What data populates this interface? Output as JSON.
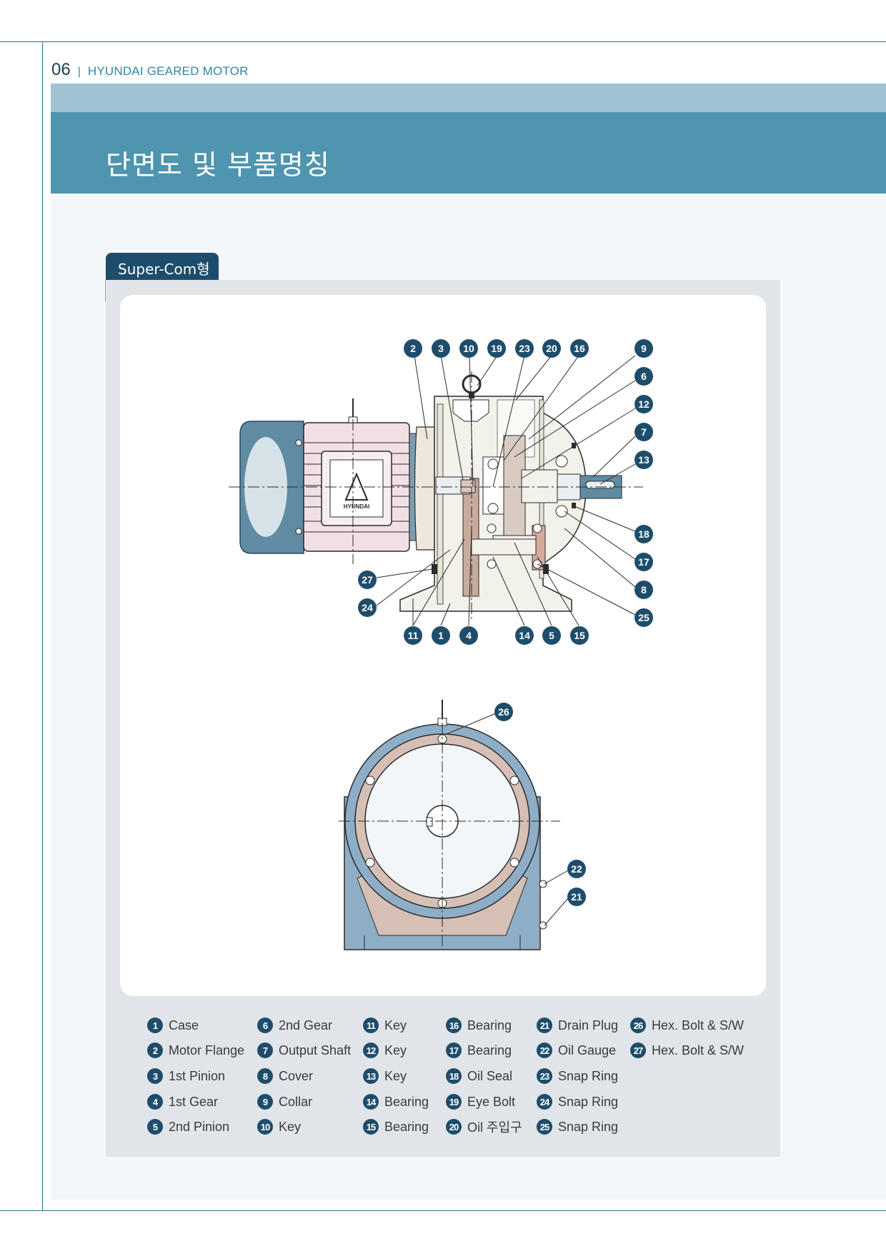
{
  "header": {
    "page_number": "06",
    "separator": "|",
    "title": "HYUNDAI GEARED MOTOR"
  },
  "section": {
    "title": "단면도 및 부품명칭",
    "tab_label": "Super-Com형"
  },
  "drawing": {
    "motor_brand": "HYUNDAI",
    "side_view_callouts": [
      "2",
      "3",
      "10",
      "19",
      "23",
      "20",
      "16",
      "9",
      "6",
      "12",
      "7",
      "13",
      "18",
      "17",
      "8",
      "25",
      "27",
      "24",
      "11",
      "1",
      "4",
      "14",
      "5",
      "15"
    ],
    "front_view_callouts": [
      "26",
      "22",
      "21"
    ]
  },
  "colors": {
    "accent_dark": "#1e4d6c",
    "band_light": "#9fc3d2",
    "band_dark": "#4f95af",
    "motor_fan": "#5f8ba3",
    "motor_body": "#f0dfe5",
    "case": "#f2f2ea",
    "gear": "#c7ab9d"
  },
  "legend": [
    {
      "num": "1",
      "label": "Case"
    },
    {
      "num": "2",
      "label": "Motor Flange"
    },
    {
      "num": "3",
      "label": "1st Pinion"
    },
    {
      "num": "4",
      "label": "1st Gear"
    },
    {
      "num": "5",
      "label": "2nd Pinion"
    },
    {
      "num": "6",
      "label": "2nd Gear"
    },
    {
      "num": "7",
      "label": "Output Shaft"
    },
    {
      "num": "8",
      "label": "Cover"
    },
    {
      "num": "9",
      "label": "Collar"
    },
    {
      "num": "10",
      "label": "Key"
    },
    {
      "num": "11",
      "label": "Key"
    },
    {
      "num": "12",
      "label": "Key"
    },
    {
      "num": "13",
      "label": "Key"
    },
    {
      "num": "14",
      "label": "Bearing"
    },
    {
      "num": "15",
      "label": "Bearing"
    },
    {
      "num": "16",
      "label": "Bearing"
    },
    {
      "num": "17",
      "label": "Bearing"
    },
    {
      "num": "18",
      "label": "Oil Seal"
    },
    {
      "num": "19",
      "label": "Eye Bolt"
    },
    {
      "num": "20",
      "label": "Oil 주입구"
    },
    {
      "num": "21",
      "label": "Drain Plug"
    },
    {
      "num": "22",
      "label": "Oil Gauge"
    },
    {
      "num": "23",
      "label": "Snap Ring"
    },
    {
      "num": "24",
      "label": "Snap Ring"
    },
    {
      "num": "25",
      "label": "Snap Ring"
    },
    {
      "num": "26",
      "label": "Hex. Bolt & S/W"
    },
    {
      "num": "27",
      "label": "Hex. Bolt & S/W"
    }
  ]
}
